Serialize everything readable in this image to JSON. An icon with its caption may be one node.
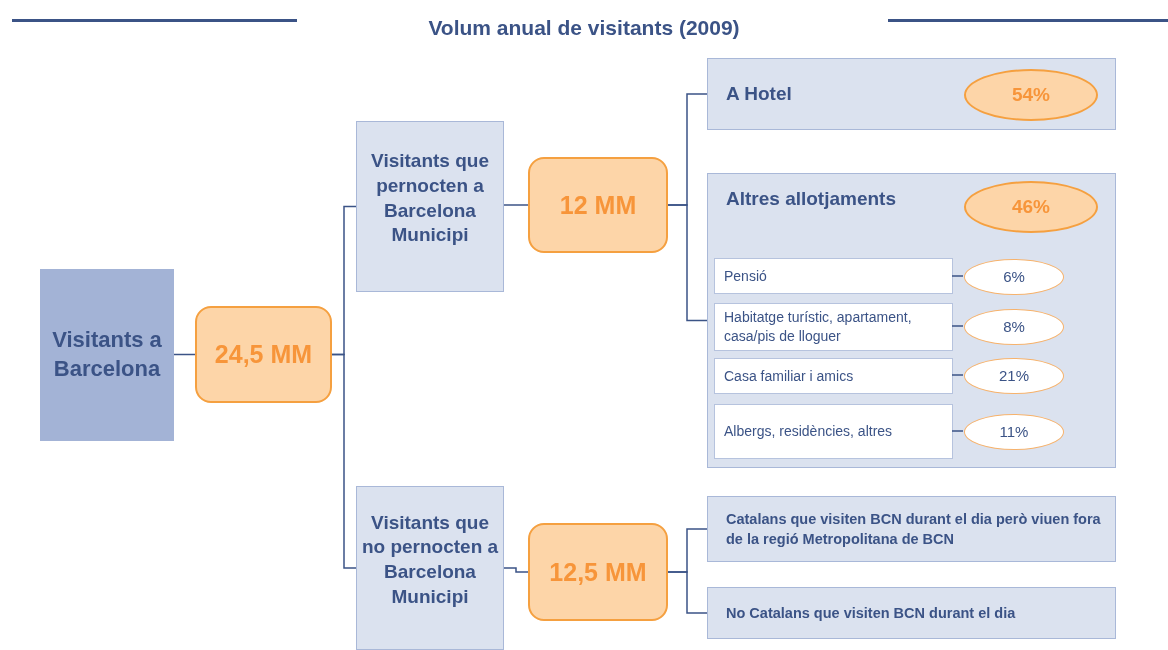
{
  "diagram": {
    "title": "Volum anual de visitants (2009)",
    "nodes": [
      {
        "text": [
          "Visitants a Barcelona"
        ]
      },
      {
        "text": [
          "24,5 MM"
        ]
      },
      {
        "text": [
          "Visitants que pernocten a Barcelona Municipi"
        ]
      },
      {
        "text": [
          "12 MM"
        ]
      },
      {
        "text": [
          "Visitants que no pernocten a Barcelona Municipi"
        ]
      },
      {
        "text": [
          "12,5 MM"
        ]
      },
      {
        "text": [
          "A Hotel"
        ]
      },
      {
        "text": [
          "54%"
        ],
        "in": 6
      },
      {
        "text": [
          "Altres allotjaments"
        ]
      },
      {
        "text": [
          "46%"
        ],
        "in": 8
      },
      {
        "text": [
          "Pensió"
        ],
        "in": 8
      },
      {
        "text": [
          "6%"
        ],
        "in": 8
      },
      {
        "text": [
          "Habitatge turístic, apartament, casa/pis de lloguer"
        ],
        "in": 8
      },
      {
        "text": [
          "8%"
        ],
        "in": 8
      },
      {
        "text": [
          "Casa familiar i amics"
        ],
        "in": 8
      },
      {
        "text": [
          "21%"
        ],
        "in": 8
      },
      {
        "text": [
          "Albergs, residències, altres"
        ],
        "in": 8
      },
      {
        "text": [
          "11%"
        ],
        "in": 8
      },
      {
        "text": [
          "Catalans que visiten BCN durant el dia però viuen fora de la regió Metropolitana de BCN"
        ]
      },
      {
        "text": [
          "No Catalans que visiten BCN durant el dia"
        ]
      }
    ],
    "edges": [
      {
        "from": 0,
        "to": 1,
        "arrow": "none"
      },
      {
        "from": 1,
        "to": 2,
        "arrow": "none"
      },
      {
        "from": 1,
        "to": 4,
        "arrow": "none"
      },
      {
        "from": 2,
        "to": 3,
        "arrow": "none"
      },
      {
        "from": 3,
        "to": 6,
        "arrow": "none"
      },
      {
        "from": 3,
        "to": 8,
        "arrow": "none"
      },
      {
        "from": 4,
        "to": 5,
        "arrow": "none"
      },
      {
        "from": 5,
        "to": 18,
        "arrow": "none"
      },
      {
        "from": 5,
        "to": 19,
        "arrow": "none"
      },
      {
        "from": 10,
        "to": 11,
        "arrow": "none"
      },
      {
        "from": 12,
        "to": 13,
        "arrow": "none"
      },
      {
        "from": 14,
        "to": 15,
        "arrow": "none"
      },
      {
        "from": 16,
        "to": 17,
        "arrow": "none"
      }
    ]
  }
}
